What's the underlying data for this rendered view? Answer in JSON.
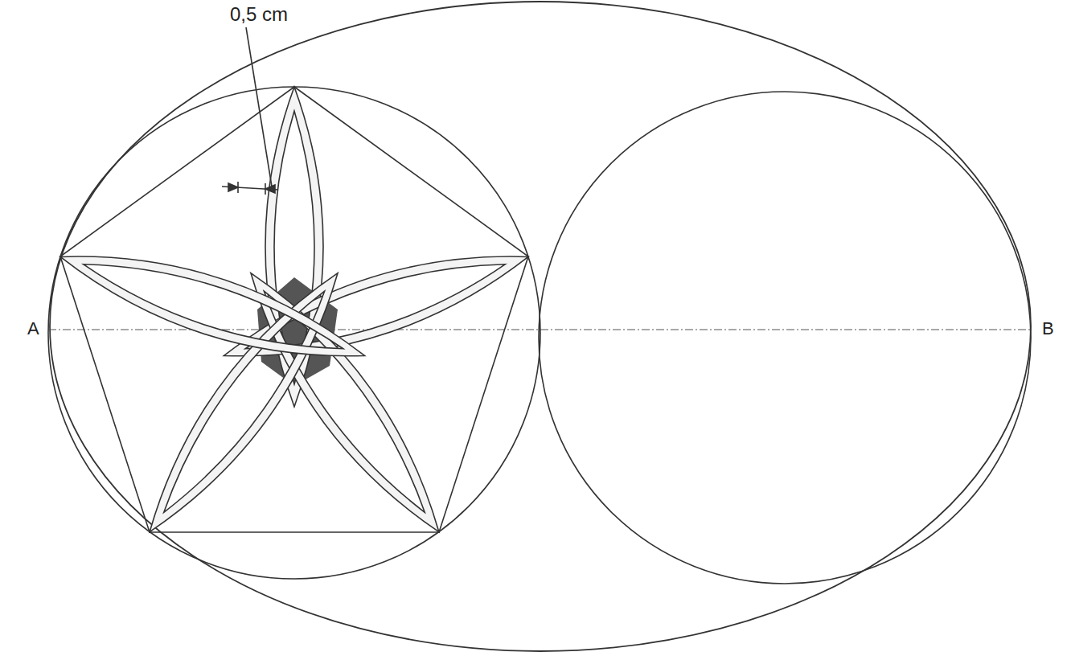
{
  "diagram": {
    "labels": [
      "0,5 cm",
      "A",
      "B"
    ]
  }
}
